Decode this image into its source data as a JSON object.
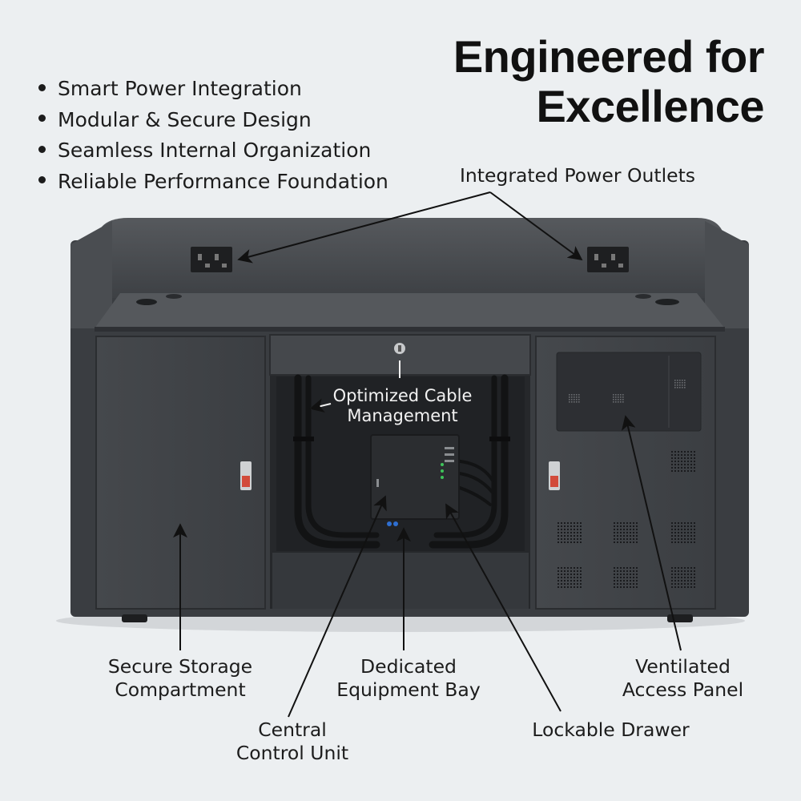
{
  "title": {
    "line1": "Engineered for",
    "line2": "Excellence"
  },
  "features": [
    "Smart Power Integration",
    "Modular & Secure Design",
    "Seamless Internal Organization",
    "Reliable Performance Foundation"
  ],
  "callouts": {
    "power_outlets": "Integrated Power Outlets",
    "cable_management": "Optimized Cable\nManagement",
    "storage": "Secure Storage\nCompartment",
    "equipment_bay": "Dedicated\nEquipment Bay",
    "ventilated_panel": "Ventilated\nAccess Panel",
    "control_unit": "Central\nControl Unit",
    "drawer": "Lockable Drawer"
  },
  "colors": {
    "background": "#eceff1",
    "cabinet": "#3f4246",
    "cabinet_dark": "#2a2c2f",
    "handle_red": "#d24a3a"
  }
}
